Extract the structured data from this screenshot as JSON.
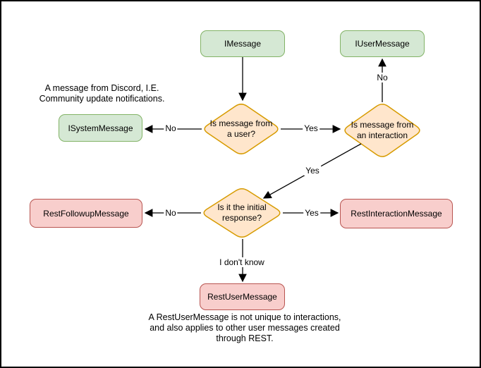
{
  "nodes": {
    "imessage": {
      "label": "IMessage"
    },
    "iusermessage": {
      "label": "IUserMessage"
    },
    "isystemmessage": {
      "label": "ISystemMessage"
    },
    "restfollowupmessage": {
      "label": "RestFollowupMessage"
    },
    "restinteractionmessage": {
      "label": "RestInteractionMessage"
    },
    "restusermessage": {
      "label": "RestUserMessage"
    }
  },
  "decisions": {
    "is_from_user": {
      "label": "Is message from\na user?"
    },
    "is_from_interaction": {
      "label": "Is message from\nan interaction"
    },
    "is_initial_response": {
      "label": "Is it the initial\nresponse?"
    }
  },
  "edge_labels": {
    "user_decision_no": "No",
    "user_decision_yes": "Yes",
    "interaction_decision_no": "No",
    "interaction_decision_yes": "Yes",
    "initial_decision_no": "No",
    "initial_decision_yes": "Yes",
    "initial_decision_unknown": "I don't know"
  },
  "notes": {
    "system_message_note": "A message from Discord, I.E.\nCommunity update notifications.",
    "rest_user_note": "A RestUserMessage is not unique to interactions,\nand also applies to other user messages created\nthrough REST."
  },
  "colors": {
    "class_fill": "#d5e8d4",
    "class_border": "#82b366",
    "decision_fill": "#ffe6cc",
    "decision_border": "#d79b00",
    "rest_fill": "#f8cecc",
    "rest_border": "#b85450",
    "edge": "#000000",
    "background": "#ffffff",
    "frame_border": "#000000"
  }
}
